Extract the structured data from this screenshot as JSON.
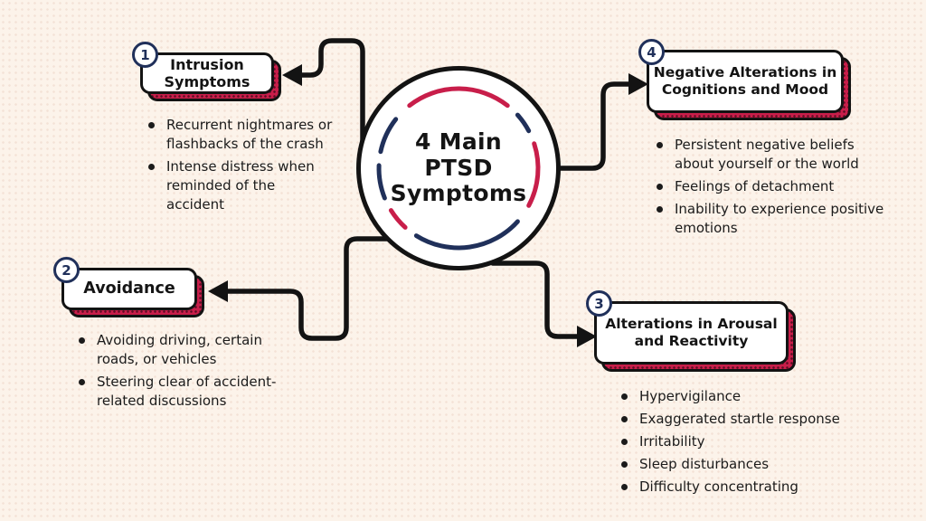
{
  "center": {
    "title": "4 Main\nPTSD\nSymptoms"
  },
  "colors": {
    "background": "#fcf3ea",
    "accent_red": "#c81e4a",
    "accent_navy": "#20305a",
    "ink": "#131313"
  },
  "nodes": [
    {
      "number": "1",
      "title": "Intrusion\nSymptoms",
      "bullets": [
        "Recurrent nightmares or\nflashbacks of the crash",
        "Intense distress when\nreminded of the\naccident"
      ]
    },
    {
      "number": "2",
      "title": "Avoidance",
      "bullets": [
        "Avoiding driving, certain\nroads, or vehicles",
        "Steering clear of accident-\nrelated discussions"
      ]
    },
    {
      "number": "3",
      "title": "Alterations in Arousal\nand Reactivity",
      "bullets": [
        "Hypervigilance",
        "Exaggerated startle response",
        "Irritability",
        "Sleep disturbances",
        "Difficulty concentrating"
      ]
    },
    {
      "number": "4",
      "title": "Negative Alterations in\nCognitions and Mood",
      "bullets": [
        "Persistent negative beliefs\nabout yourself or the world",
        "Feelings of detachment",
        "Inability to experience positive\nemotions"
      ]
    }
  ]
}
